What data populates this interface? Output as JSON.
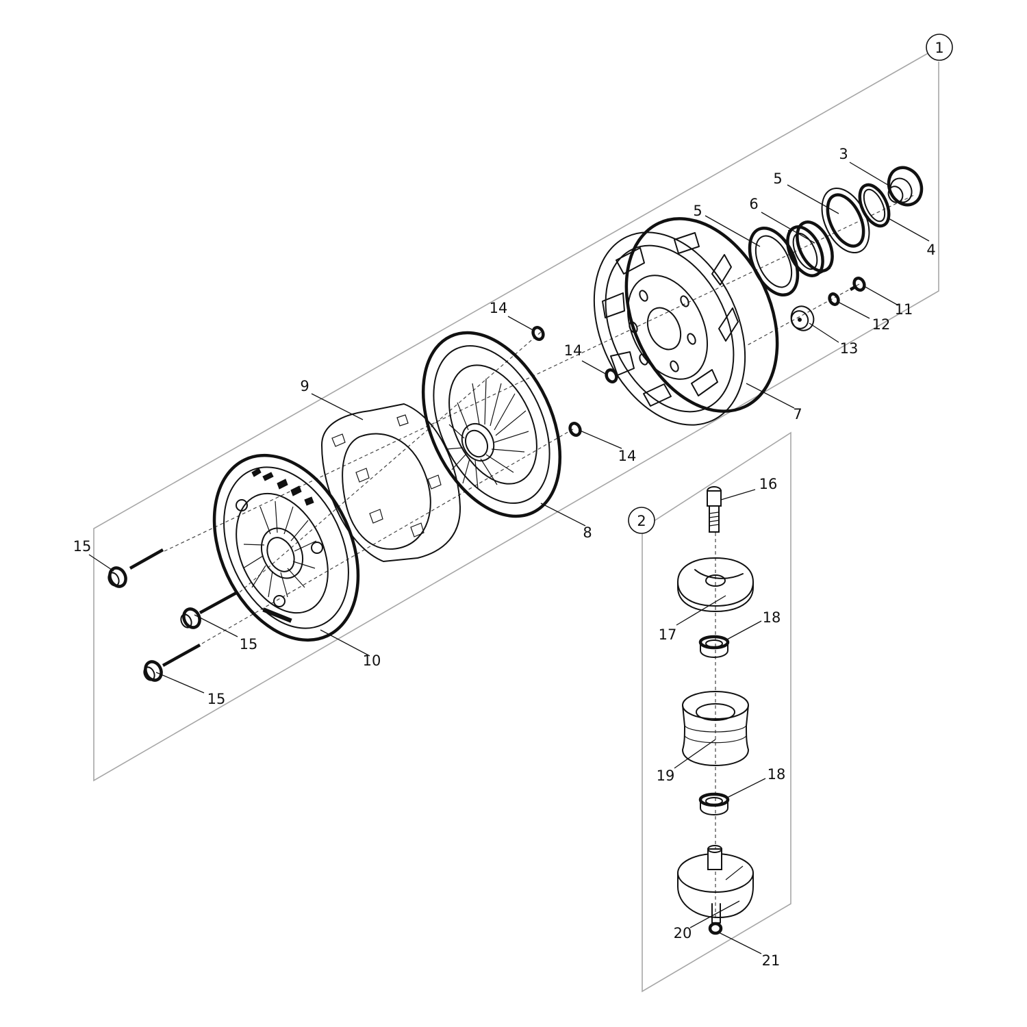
{
  "diagram": {
    "groups": [
      {
        "id": "group-1",
        "label": "1"
      },
      {
        "id": "group-2",
        "label": "2"
      }
    ],
    "parts": {
      "p3": "3",
      "p4": "4",
      "p5a": "5",
      "p5b": "5",
      "p6": "6",
      "p7": "7",
      "p8": "8",
      "p9": "9",
      "p10": "10",
      "p11": "11",
      "p12": "12",
      "p13": "13",
      "p14a": "14",
      "p14b": "14",
      "p14c": "14",
      "p15a": "15",
      "p15b": "15",
      "p15c": "15",
      "p16": "16",
      "p17": "17",
      "p18a": "18",
      "p18b": "18",
      "p19": "19",
      "p20": "20",
      "p21": "21"
    }
  }
}
